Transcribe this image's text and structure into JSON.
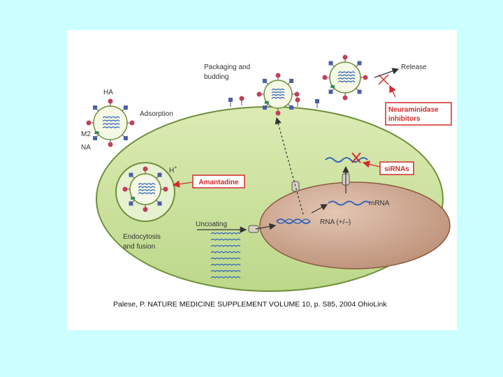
{
  "diagram": {
    "labels": {
      "ha": "HA",
      "m2": "M2",
      "na": "NA",
      "adsorption": "Adsorption",
      "packaging_line1": "Packaging and",
      "packaging_line2": "budding",
      "release": "Release",
      "h_plus": "H",
      "h_plus_sup": "+",
      "endocytosis_line1": "Endocytosis",
      "endocytosis_line2": "and fusion",
      "uncoating": "Uncoating",
      "rna": "RNA (+/–)",
      "mrna": "mRNA"
    },
    "drugs": {
      "amantadine": "Amantadine",
      "neuraminidase_line1": "Neuraminidase",
      "neuraminidase_line2": "inhibitors",
      "sirnas": "siRNAs"
    },
    "colors": {
      "background": "#ccffff",
      "cell": "#cfe3a0",
      "nucleus": "#c9a48e",
      "drug_box": "#d42a2a",
      "ha_spike": "#c0405a",
      "na_spike": "#4a5fa8",
      "m2_channel": "#3a8a5a",
      "rna_strand": "#3566b8"
    }
  },
  "citation": {
    "text": "Palese, P. NATURE MEDICINE SUPPLEMENT VOLUME 10, p. S85, 2004  OhioLink"
  }
}
